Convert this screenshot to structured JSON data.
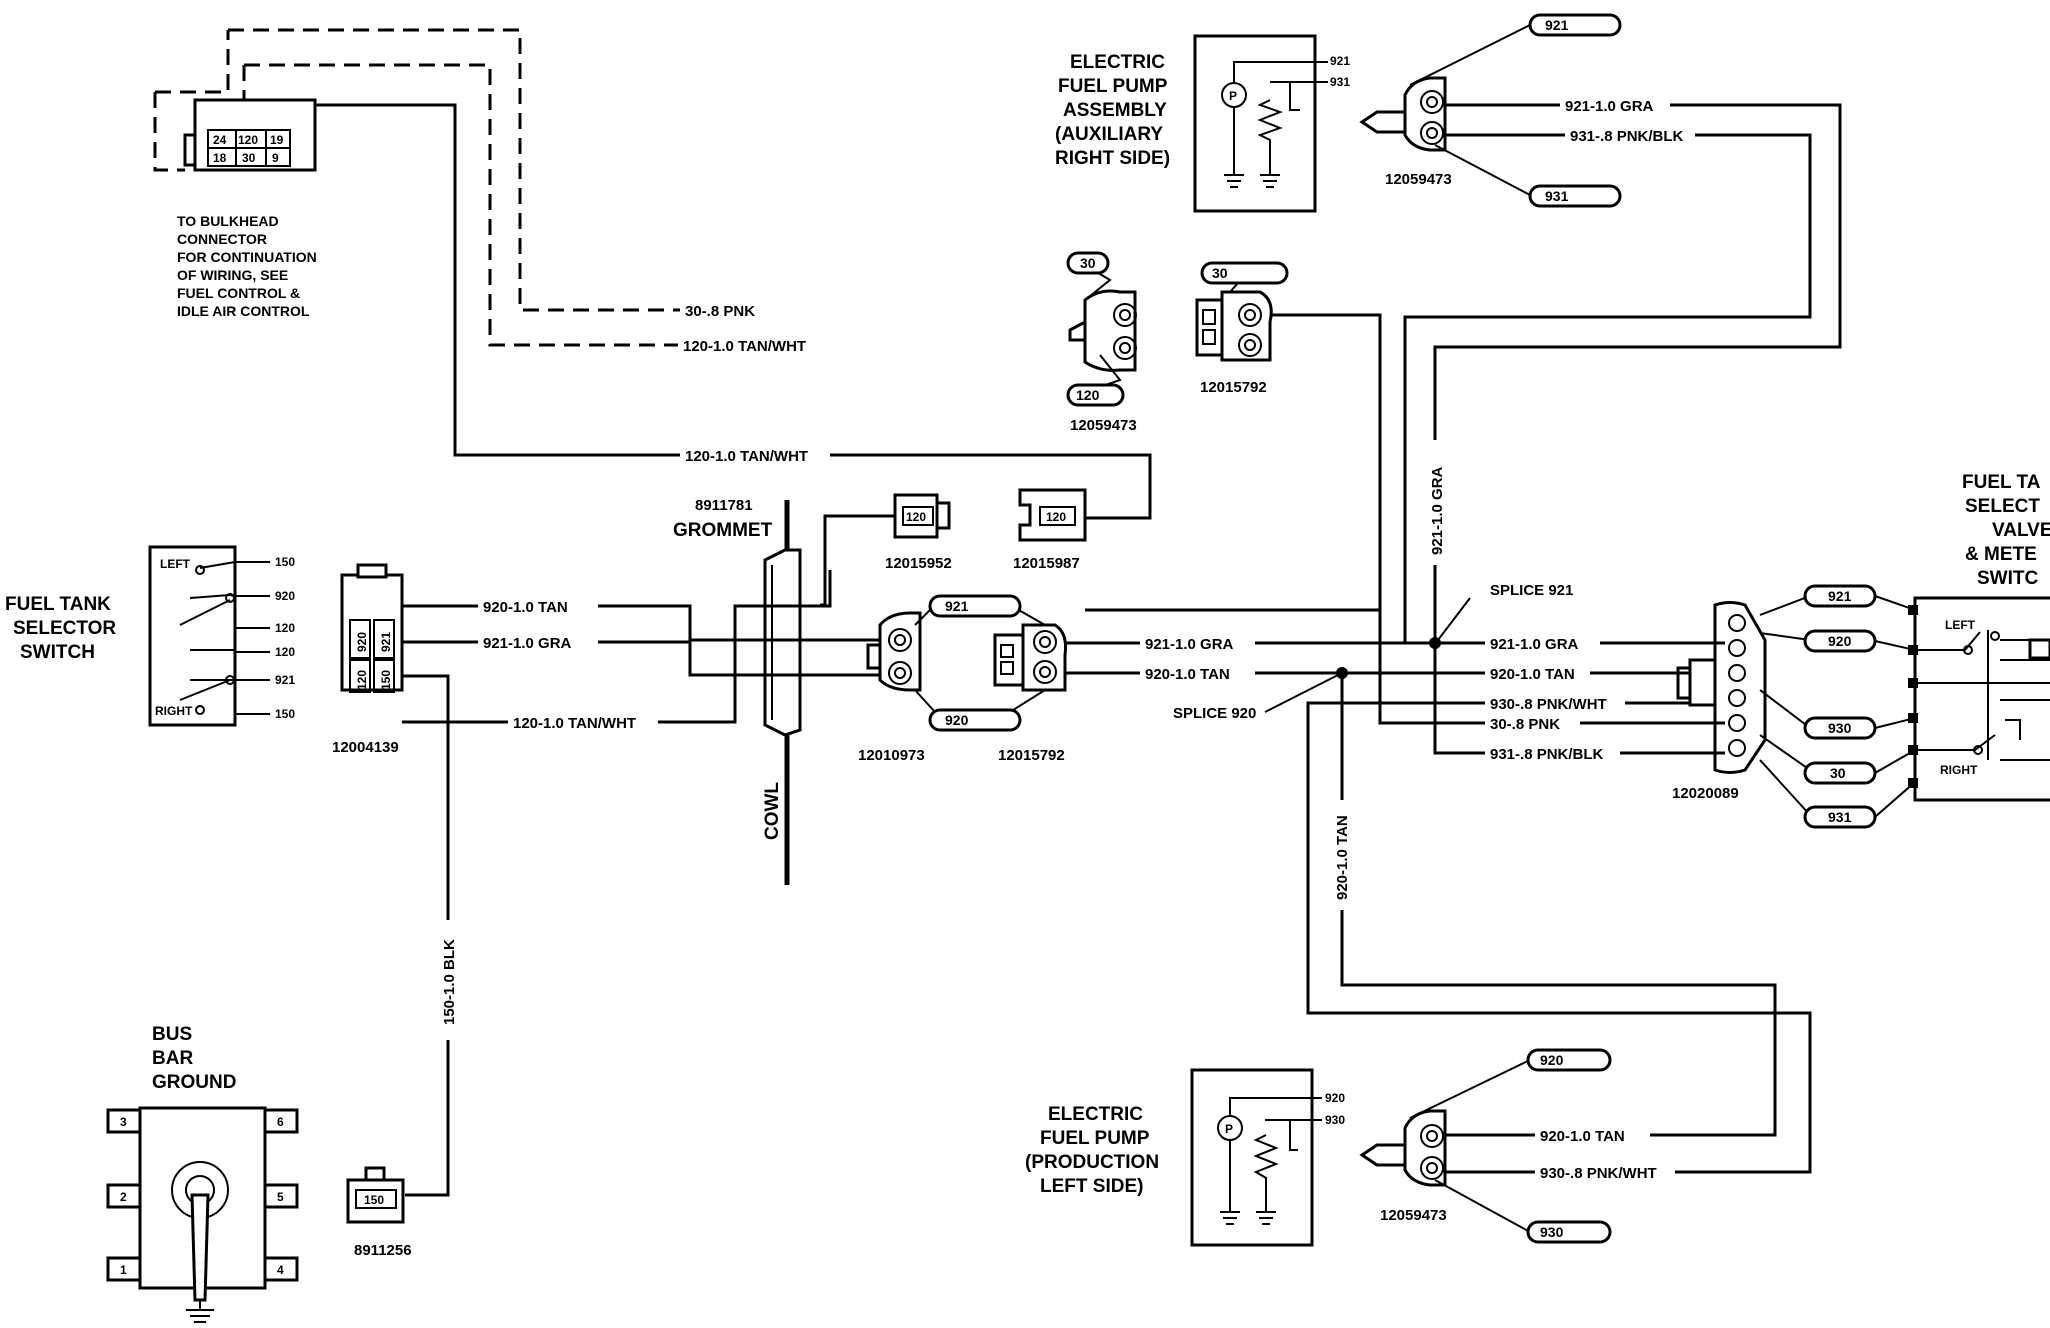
{
  "diagram": {
    "blocks": {
      "bulkhead_note": [
        "TO BULKHEAD",
        "CONNECTOR",
        "FOR CONTINUATION",
        "OF WIRING, SEE",
        "FUEL CONTROL &",
        "IDLE AIR CONTROL"
      ],
      "bulkhead_pins": [
        "24",
        "120",
        "19",
        "18",
        "30",
        "9"
      ],
      "aux_pump_label": [
        "ELECTRIC",
        "FUEL PUMP",
        "ASSEMBLY",
        "(AUXILIARY",
        "RIGHT SIDE)"
      ],
      "prod_pump_label": [
        "ELECTRIC",
        "FUEL PUMP",
        "(PRODUCTION",
        "LEFT SIDE)"
      ],
      "selector_switch_label": [
        "FUEL TANK",
        "SELECTOR",
        "SWITCH"
      ],
      "valve_label": [
        "FUEL TA",
        "SELECT",
        "VALVE",
        "& METE",
        "SWITC"
      ],
      "grommet_label": [
        "8911781",
        "GROMMET"
      ],
      "cowl_label": "COWL",
      "bus_ground_label": [
        "BUS",
        "BAR",
        "GROUND"
      ],
      "switch_left": "LEFT",
      "switch_right": "RIGHT",
      "pump_symbol": "P"
    },
    "part_numbers": {
      "aux_pump_conn": "12059473",
      "upper_conn_a": "12059473",
      "upper_conn_b": "12015792",
      "conn_120_a": "12015952",
      "conn_120_b": "12015987",
      "selector_conn": "12004139",
      "middle_conn_a": "12010973",
      "middle_conn_b": "12015792",
      "valve_conn": "12020089",
      "ground_conn": "8911256",
      "prod_pump_conn": "12059473"
    },
    "wire_labels": {
      "w30_pnk": "30-.8 PNK",
      "w120_upper": "120-1.0 TAN/WHT",
      "w120_mid": "120-1.0 TAN/WHT",
      "w120_low": "120-1.0 TAN/WHT",
      "w920_sel": "920-1.0 TAN",
      "w921_sel": "921-1.0 GRA",
      "w921_main": "921-1.0 GRA",
      "w920_main": "920-1.0 TAN",
      "w921_valve": "921-1.0 GRA",
      "w920_valve": "920-1.0 TAN",
      "w930_valve": "930-.8 PNK/WHT",
      "w30_valve": "30-.8 PNK",
      "w931_valve": "931-.8 PNK/BLK",
      "w921_aux": "921-1.0 GRA",
      "w931_aux": "931-.8 PNK/BLK",
      "w920_prod": "920-1.0 TAN",
      "w930_prod": "930-.8 PNK/WHT",
      "w921_vert": "921-1.0 GRA",
      "w920_vert": "920-1.0 TAN",
      "w150_vert": "150-1.0 BLK",
      "splice_921": "SPLICE 921",
      "splice_920": "SPLICE 920"
    },
    "circuit_tags": {
      "aux_921": "921",
      "aux_931": "931",
      "aux_pin_921": "921",
      "aux_pin_931": "931",
      "up_30": "30",
      "up_120": "120",
      "up_30b": "30",
      "c120a": "120",
      "c120b": "120",
      "mid_921": "921",
      "mid_920": "920",
      "sel_920": "920",
      "sel_921": "921",
      "sel_120": "120",
      "sel_150": "150",
      "sw_150a": "150",
      "sw_920": "920",
      "sw_120a": "120",
      "sw_120b": "120",
      "sw_921": "921",
      "sw_150b": "150",
      "v921": "921",
      "v920": "920",
      "v930": "930",
      "v30": "30",
      "v931": "931",
      "p920": "920",
      "p930": "930",
      "pin920": "920",
      "pin930": "930",
      "g150": "150",
      "bus3": "3",
      "bus6": "6",
      "bus2": "2",
      "bus5": "5",
      "bus1": "1",
      "bus4": "4"
    }
  }
}
